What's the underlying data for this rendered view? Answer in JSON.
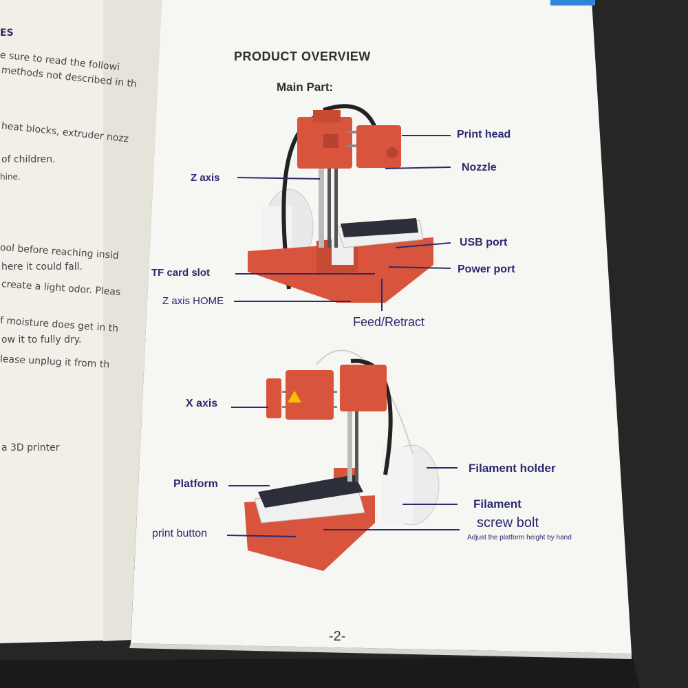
{
  "left_page": {
    "heading": "ES",
    "lines": [
      "e sure to read the followi",
      "methods not described in th",
      "heat blocks, extruder nozz",
      "of children.",
      "hine.",
      "ool before reaching insid",
      "here it could fall.",
      "create a light odor. Pleas",
      "f moisture does get in th",
      "ow it to fully dry.",
      "lease unplug it from th",
      "a 3D printer"
    ]
  },
  "right_page": {
    "title": "PRODUCT OVERVIEW",
    "subtitle": "Main Part:",
    "page_number": "-2-",
    "top_diagram_labels": {
      "print_head": "Print head",
      "nozzle": "Nozzle",
      "z_axis": "Z axis",
      "usb_port": "USB port",
      "power_port": "Power port",
      "tf_card_slot": "TF card slot",
      "z_axis_home": "Z axis HOME",
      "feed_retract": "Feed/Retract"
    },
    "bottom_diagram_labels": {
      "x_axis": "X axis",
      "filament_holder": "Filament holder",
      "platform": "Platform",
      "filament": "Filament",
      "screw_bolt": "screw bolt",
      "screw_bolt_note": "Adjust the platform height by hand",
      "print_button": "print button"
    }
  },
  "colors": {
    "paper": "#f4f3ef",
    "label_text": "#2a2a6e",
    "printer_body": "#d9543c",
    "build_plate": "#2c2f3a",
    "background": "#2b2b2b"
  }
}
